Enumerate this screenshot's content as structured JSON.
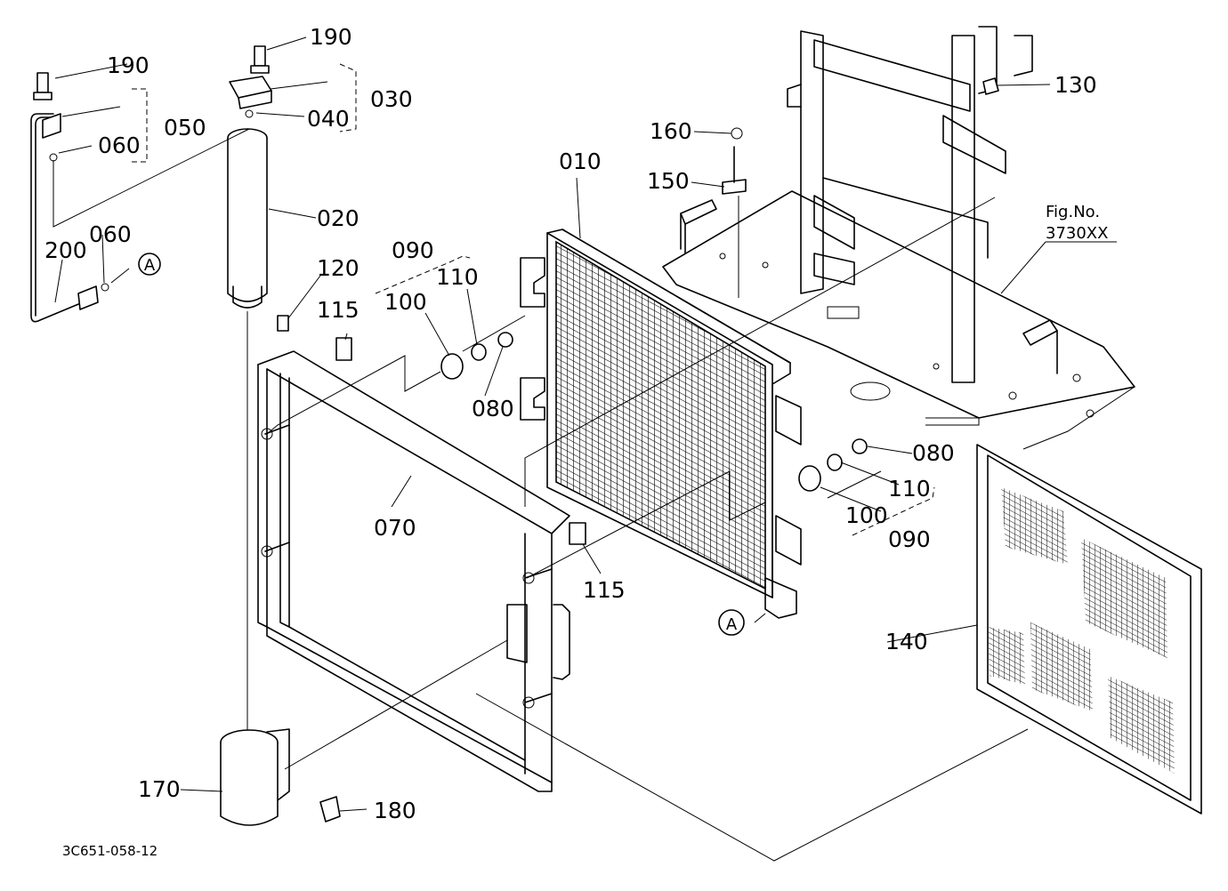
{
  "callouts": {
    "c010": "010",
    "c020": "020",
    "c030": "030",
    "c040": "040",
    "c050": "050",
    "c060a": "060",
    "c060b": "060",
    "c070": "070",
    "c080a": "080",
    "c080b": "080",
    "c090a": "090",
    "c090b": "090",
    "c100a": "100",
    "c100b": "100",
    "c110a": "110",
    "c110b": "110",
    "c115a": "115",
    "c115b": "115",
    "c120": "120",
    "c130": "130",
    "c140": "140",
    "c150": "150",
    "c160": "160",
    "c170": "170",
    "c180": "180",
    "c190a": "190",
    "c190b": "190",
    "c200": "200"
  },
  "reference_marks": {
    "a1": "A",
    "a2": "A"
  },
  "figure_ref": {
    "label": "Fig.No.",
    "number": "3730XX"
  },
  "drawing_code": "3C651-058-12"
}
